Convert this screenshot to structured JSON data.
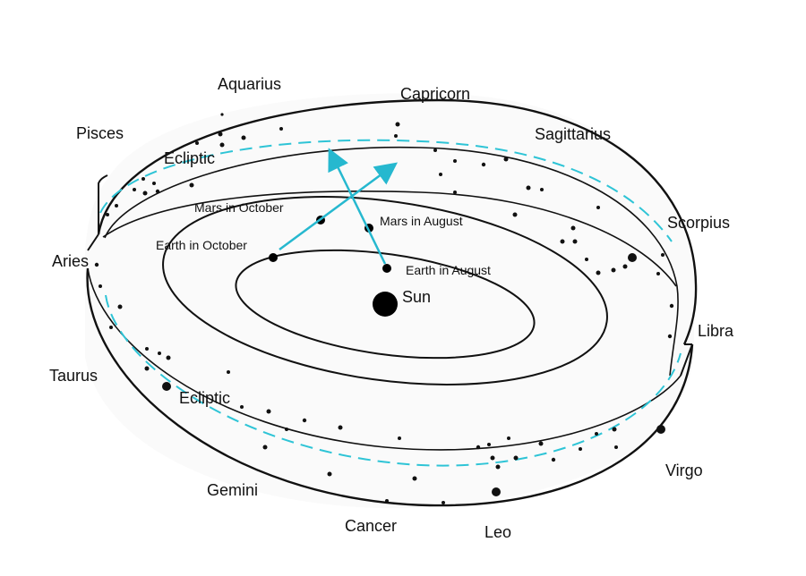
{
  "colors": {
    "line": "#111111",
    "ecliptic": "#2ec4d6",
    "arrow": "#26b8cf",
    "background": "#ffffff",
    "band": "#f9f9f9"
  },
  "constellations": {
    "aquarius": "Aquarius",
    "capricorn": "Capricorn",
    "sagittarius": "Sagittarius",
    "scorpius": "Scorpius",
    "libra": "Libra",
    "virgo": "Virgo",
    "leo": "Leo",
    "cancer": "Cancer",
    "gemini": "Gemini",
    "taurus": "Taurus",
    "aries": "Aries",
    "pisces": "Pisces"
  },
  "ecliptic_labels": {
    "back": "Ecliptic",
    "front": "Ecliptic"
  },
  "orbit_points": {
    "mars_october": "Mars in October",
    "mars_august": "Mars in August",
    "earth_october": "Earth in October",
    "earth_august": "Earth in August"
  },
  "sun": "Sun"
}
